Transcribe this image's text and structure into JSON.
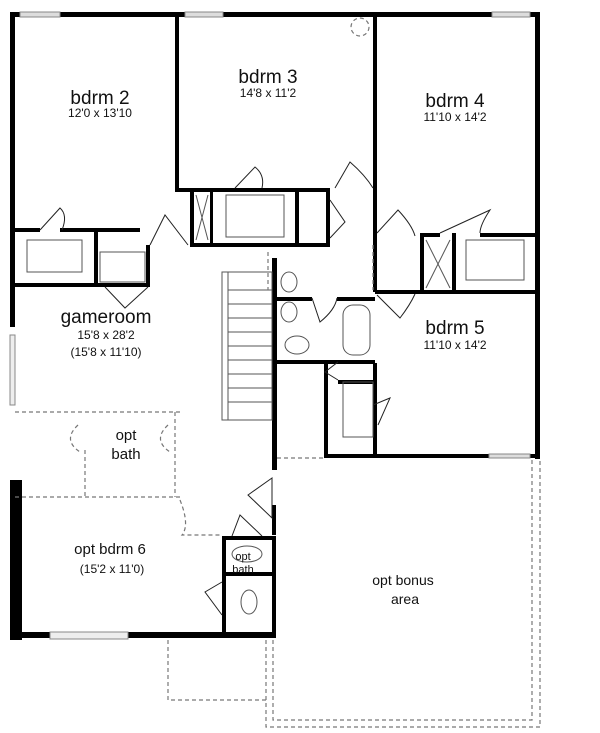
{
  "rooms": {
    "bdrm2": {
      "name": "bdrm 2",
      "size": "12'0 x 13'10"
    },
    "bdrm3": {
      "name": "bdrm 3",
      "size": "14'8 x 11'2"
    },
    "bdrm4": {
      "name": "bdrm 4",
      "size": "11'10 x 14'2"
    },
    "bdrm5": {
      "name": "bdrm 5",
      "size": "11'10 x 14'2"
    },
    "gameroom": {
      "name": "gameroom",
      "size": "15'8 x 28'2",
      "alt_size": "(15'8 x 11'10)"
    },
    "opt_bath": {
      "line1": "opt",
      "line2": "bath"
    },
    "opt_bdrm6": {
      "name": "opt bdrm 6",
      "size": "(15'2 x 11'0)"
    },
    "opt_bath_small": {
      "line1": "opt",
      "line2": "bath"
    },
    "opt_bonus": {
      "line1": "opt bonus",
      "line2": "area"
    }
  }
}
